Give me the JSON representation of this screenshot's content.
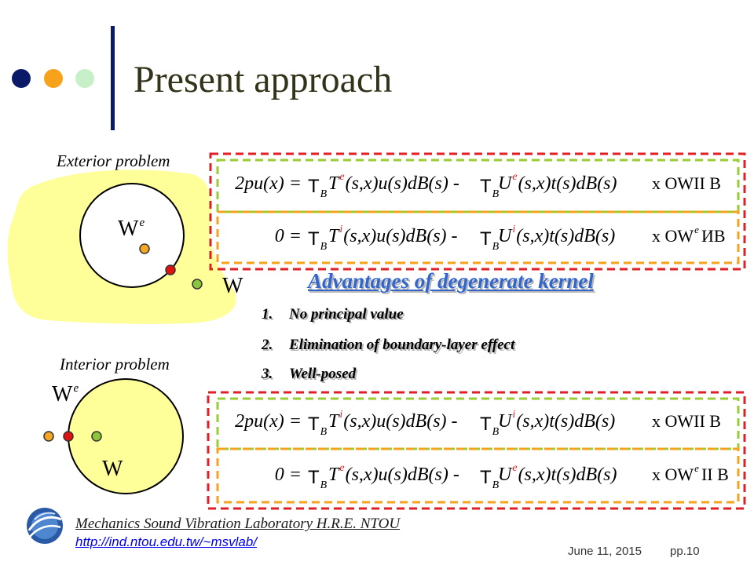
{
  "theme": {
    "title_color": "#33331a",
    "heading_color": "#3366cc",
    "kernel_sup_color": "#e31e24",
    "outer_box_color": "#e31e24",
    "upper_box_color": "#9acd32",
    "lower_box_color": "#f7a21b",
    "region_fill_color": "#ffff99",
    "link_color": "#0000ee",
    "accent_navy": "#0a1a66",
    "accent_orange": "#f7a21b",
    "accent_green": "#c8f0c8"
  },
  "header": {
    "title": "Present approach"
  },
  "exterior": {
    "label": "Exterior problem",
    "inner_domain": {
      "symbol": "W",
      "sup": "e"
    },
    "outer_domain": {
      "symbol": "W"
    },
    "equations": [
      {
        "lhs": "2pu(x) =",
        "int1": "T",
        "int1_sub": "B",
        "k1": "T",
        "k1_sup": "e",
        "rest1": "(s,x)u(s)dB(s) -",
        "int2": "T",
        "int2_sub": "B",
        "k2": "U",
        "k2_sup": "e",
        "rest2": "(s,x)t(s)dB(s)",
        "domain": {
          "pre": "x OWII B"
        }
      },
      {
        "lhs": "0 =",
        "int1": "T",
        "int1_sub": "B",
        "k1": "T",
        "k1_sup": "i",
        "rest1": "(s,x)u(s)dB(s) -",
        "int2": "T",
        "int2_sub": "B",
        "k2": "U",
        "k2_sup": "i",
        "rest2": "(s,x)t(s)dB(s)",
        "domain": {
          "pre": "x OW",
          "sup": "e",
          "post": "ИB"
        }
      }
    ]
  },
  "interior": {
    "label": "Interior problem",
    "outer_domain": {
      "symbol": "W",
      "sup": "e"
    },
    "inner_domain": {
      "symbol": "W"
    },
    "equations": [
      {
        "lhs": "2pu(x) =",
        "int1": "T",
        "int1_sub": "B",
        "k1": "T",
        "k1_sup": "i",
        "rest1": "(s,x)u(s)dB(s) -",
        "int2": "T",
        "int2_sub": "B",
        "k2": "U",
        "k2_sup": "i",
        "rest2": "(s,x)t(s)dB(s)",
        "domain": {
          "pre": "x OWII B"
        }
      },
      {
        "lhs": "0 =",
        "int1": "T",
        "int1_sub": "B",
        "k1": "T",
        "k1_sup": "e",
        "rest1": "(s,x)u(s)dB(s) -",
        "int2": "T",
        "int2_sub": "B",
        "k2": "U",
        "k2_sup": "e",
        "rest2": "(s,x)t(s)dB(s)",
        "domain": {
          "pre": "x OW",
          "sup": "e",
          "post": "II B"
        }
      }
    ]
  },
  "advantages": {
    "heading": "Advantages of degenerate kernel",
    "items": [
      {
        "num": "1.",
        "text": "No principal value"
      },
      {
        "num": "2.",
        "text": "Elimination of boundary-layer effect"
      },
      {
        "num": "3.",
        "text": "Well-posed"
      }
    ]
  },
  "footer": {
    "logo_icon": "lab-logo-icon",
    "lab_name": "Mechanics Sound Vibration Laboratory H.R.E. NTOU",
    "url": "http://ind.ntou.edu.tw/~msvlab/",
    "date": "June 11, 2015",
    "page": "pp.10"
  }
}
